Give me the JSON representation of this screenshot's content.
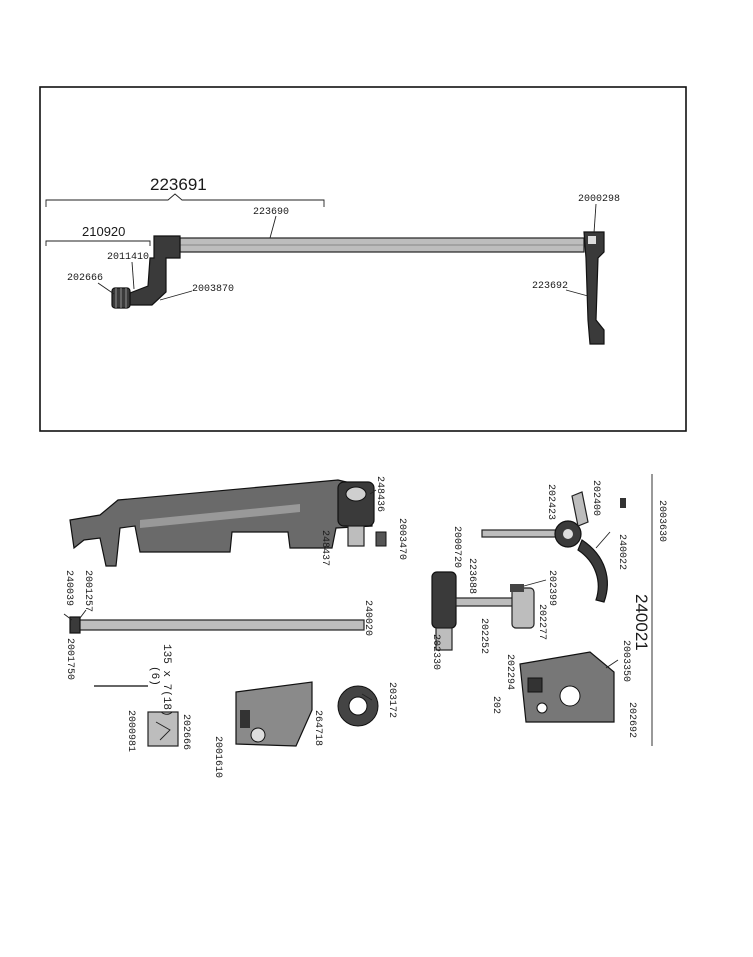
{
  "top_figure": {
    "labels": {
      "assembly_main": "223691",
      "assembly_sub": "210920",
      "rod": "223690",
      "rod_end_pin": "2000298",
      "lever": "223692",
      "bracket_pin": "2011410",
      "knob": "202666",
      "bracket_screw": "2003870"
    }
  },
  "bottom_left": {
    "labels": {
      "bracket_bushing": "248436",
      "bushing_pin": "248437",
      "set_screw": "2003470",
      "screw_a": "2001257",
      "rod_end": "240039",
      "rod": "240020",
      "pin_b": "2001750",
      "spring_size": "135 x 7(18)",
      "spring_qty": "(6)",
      "knob": "202666",
      "clip": "2000981",
      "washer": "203172",
      "cover": "264718",
      "cover_screw": "2001610"
    }
  },
  "bottom_right": {
    "labels": {
      "assembly": "240021",
      "pin_c": "2003630",
      "stud": "202400",
      "collar": "202423",
      "fork": "240022",
      "shaft_pin": "2000720",
      "coupling": "223688",
      "lock": "202399",
      "bracket": "202277",
      "link": "202252",
      "body": "202330",
      "screw_d": "202294",
      "screw_partial": "202",
      "plate_screw": "2003350",
      "plate": "202692"
    }
  }
}
